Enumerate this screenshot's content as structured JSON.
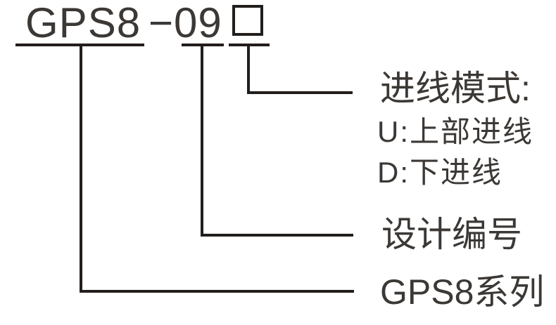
{
  "diagram": {
    "code": {
      "series": "GPS8",
      "separator": "−",
      "design_number": "09",
      "entry_mode_placeholder_icon": "empty-square-box"
    },
    "labels": {
      "entry_mode": {
        "title": "进线模式:",
        "options": [
          "U:上部进线",
          "D:下进线"
        ]
      },
      "design_number": "设计编号",
      "series": "GPS8系列"
    },
    "colors": {
      "text": "#3b3835",
      "line": "#221e1b",
      "background": "#ffffff"
    }
  }
}
